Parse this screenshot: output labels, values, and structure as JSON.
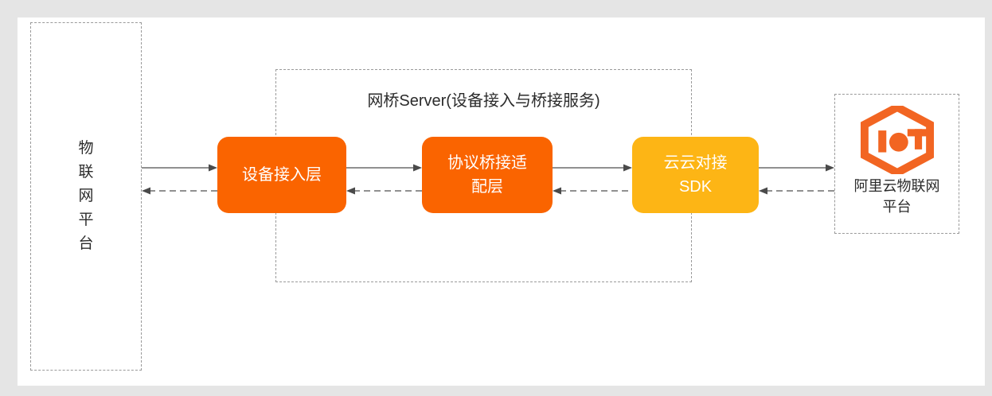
{
  "canvas": {
    "background": "#ffffff",
    "page_background": "#e5e5e5"
  },
  "colors": {
    "node_orange": "#fa6400",
    "node_amber": "#fdb515",
    "logo_orange": "#f26522",
    "dashed_border": "#9a9a9a",
    "connector": "#6b6b6b",
    "text_dark": "#2b2b2b",
    "text_on_node": "#ffffff"
  },
  "left_platform": {
    "name": "物联网平台",
    "chars": [
      "物",
      "联",
      "网",
      "平",
      "台"
    ]
  },
  "bridge_server": {
    "title": "网桥Server(设备接入与桥接服务)",
    "nodes": [
      {
        "id": "device-access-layer",
        "lines": [
          "设备接入层"
        ],
        "color": "#fa6400"
      },
      {
        "id": "protocol-bridge-adapter-layer",
        "lines": [
          "协议桥接适",
          "配层"
        ],
        "color": "#fa6400"
      },
      {
        "id": "cloud-to-cloud-sdk",
        "lines": [
          "云云对接",
          "SDK"
        ],
        "color": "#fdb515"
      }
    ]
  },
  "aliyun_platform": {
    "logo_name": "iot-hexagon-logo",
    "logo_text": "IoT",
    "label_lines": [
      "阿里云物联网",
      "平台"
    ]
  },
  "connectors": [
    {
      "id": "platform-to-access",
      "direction": "right",
      "style": "solid"
    },
    {
      "id": "access-to-platform",
      "direction": "left",
      "style": "dashed"
    },
    {
      "id": "access-to-bridge",
      "direction": "right",
      "style": "solid"
    },
    {
      "id": "bridge-to-access",
      "direction": "left",
      "style": "dashed"
    },
    {
      "id": "bridge-to-sdk",
      "direction": "right",
      "style": "solid"
    },
    {
      "id": "sdk-to-bridge",
      "direction": "left",
      "style": "dashed"
    },
    {
      "id": "sdk-to-aliyun",
      "direction": "right",
      "style": "solid"
    },
    {
      "id": "aliyun-to-sdk",
      "direction": "left",
      "style": "dashed"
    }
  ]
}
